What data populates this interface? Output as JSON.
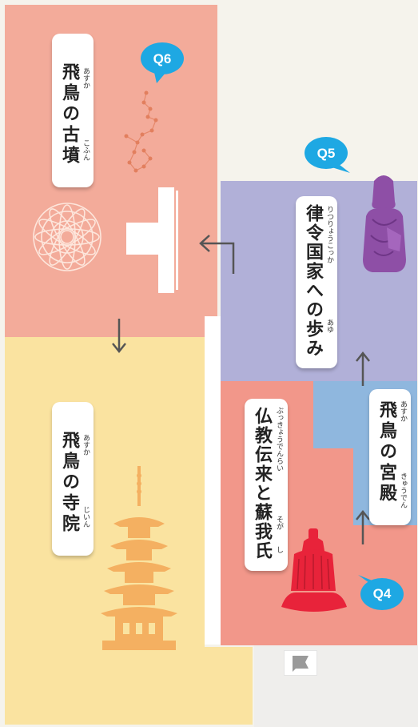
{
  "rooms": {
    "kofun": {
      "title": "飛鳥の古墳",
      "ruby1": "あすか",
      "ruby2": "こふん",
      "color": "#f3ab9a"
    },
    "tera": {
      "title": "飛鳥の寺院",
      "ruby1": "あすか",
      "ruby2": "じいん",
      "color": "#fae3a0"
    },
    "ritsuryo": {
      "title": "律令国家への歩み",
      "ruby1": "りつりょうこっか",
      "ruby2": "あゆ",
      "color": "#b1b0d8"
    },
    "bukkyo": {
      "title": "仏教伝来と蘇我氏",
      "ruby1": "ぶっきょうでんらい",
      "ruby2": "そが",
      "ruby3": "し",
      "color": "#f2978a"
    },
    "miya": {
      "title": "飛鳥の宮殿",
      "ruby1": "あすか",
      "ruby2": "きゅうでん",
      "color": "#8fb7de"
    }
  },
  "quiz": {
    "q4": "Q4",
    "q5": "Q5",
    "q6": "Q6",
    "color": "#1ea8e3"
  },
  "icons": {
    "constellation": "constellation-icon",
    "flower": "flower-pattern-icon",
    "pagoda": "pagoda-icon",
    "statue": "buddha-statue-icon",
    "bell": "bell-helmet-icon"
  }
}
